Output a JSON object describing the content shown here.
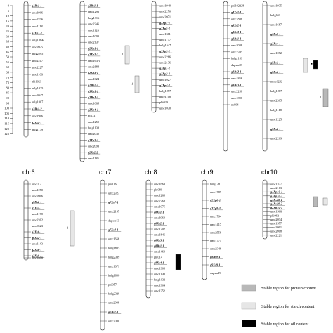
{
  "scale_labels": [
    "0",
    "5",
    "10",
    "15",
    "20",
    "25",
    "30",
    "35",
    "40",
    "45",
    "50",
    "55",
    "60",
    "65",
    "70",
    "75",
    "80",
    "85",
    "90",
    "95",
    "100",
    "105",
    "110",
    "115",
    "120",
    "125"
  ],
  "chromosomes": [
    {
      "id": "chr1",
      "title": "",
      "markers": [
        {
          "t": "g1Bs1-1",
          "b": true
        },
        {
          "t": "umc1906",
          "b": false
        },
        {
          "t": "umc2236",
          "b": false
        },
        {
          "t": "umc1118",
          "b": false
        },
        {
          "t": "g2Xp1-1",
          "b": true
        },
        {
          "t": "bnlg1884a",
          "b": false
        },
        {
          "t": "umc2025",
          "b": false
        },
        {
          "t": "bnlg2295",
          "b": false
        },
        {
          "t": "umc2217",
          "b": false
        },
        {
          "t": "umc2227",
          "b": false
        },
        {
          "t": "umc1166",
          "b": false
        },
        {
          "t": "phi1029",
          "b": false
        },
        {
          "t": "bnlg1025",
          "b": false
        },
        {
          "t": "umc2047",
          "b": false
        },
        {
          "t": "bnlg1007",
          "b": false
        },
        {
          "t": "g2Bs1-2",
          "b": true
        },
        {
          "t": "umc1906",
          "b": false
        },
        {
          "t": "g2Xs1-1",
          "b": true
        },
        {
          "t": "bnlg1179",
          "b": false
        }
      ]
    },
    {
      "id": "chr2",
      "title": "",
      "markers": [
        {
          "t": "g2Bs1-1",
          "b": true
        },
        {
          "t": "umc1296",
          "b": false
        },
        {
          "t": "bnlg1316",
          "b": false
        },
        {
          "t": "umc2246",
          "b": false
        },
        {
          "t": "umc1126",
          "b": false
        },
        {
          "t": "umc1003",
          "b": false
        },
        {
          "t": "umc2137",
          "b": false
        },
        {
          "t": "g2Xp1-1",
          "b": true
        },
        {
          "t": "g2Xp2-2",
          "b": true
        },
        {
          "t": "umc1637a",
          "b": false
        },
        {
          "t": "umc2184",
          "b": false
        },
        {
          "t": "g2Xp3-1",
          "b": true
        },
        {
          "t": "umc1024",
          "b": false
        },
        {
          "t": "g2Bp2-1",
          "b": true
        },
        {
          "t": "g3Xp1-1",
          "b": true
        },
        {
          "t": "g2Bp1-1",
          "b": true
        },
        {
          "t": "umc1065",
          "b": false
        },
        {
          "t": "g2Xp4-1",
          "b": true
        },
        {
          "t": "nc131",
          "b": false
        },
        {
          "t": "umc1259",
          "b": false
        },
        {
          "t": "bnlg1138",
          "b": false
        },
        {
          "t": "umc2032",
          "b": false
        },
        {
          "t": "g2Xp2-1",
          "b": true
        },
        {
          "t": "umc2093",
          "b": false
        },
        {
          "t": "g2Xs2-2",
          "b": true
        },
        {
          "t": "umc1185",
          "b": false
        }
      ]
    },
    {
      "id": "chr3",
      "title": "",
      "markers": [
        {
          "t": "umc1949",
          "b": false
        },
        {
          "t": "umc2270",
          "b": false
        },
        {
          "t": "umc2071",
          "b": false
        },
        {
          "t": "g3Xp1-1",
          "b": true
        },
        {
          "t": "g3Xp5-1",
          "b": true
        },
        {
          "t": "umc1311",
          "b": false
        },
        {
          "t": "umc1737",
          "b": false
        },
        {
          "t": "bnlg1647",
          "b": false
        },
        {
          "t": "g3Xp3-1",
          "b": true
        },
        {
          "t": "umc2266",
          "b": false
        },
        {
          "t": "umc2136",
          "b": false
        },
        {
          "t": "g3Bp1-1",
          "b": true
        },
        {
          "t": "g3Xp2-1",
          "b": true
        },
        {
          "t": "umc1027",
          "b": false
        },
        {
          "t": "g3Xp4-1",
          "b": true
        },
        {
          "t": "bnlg1257",
          "b": false
        },
        {
          "t": "bnlg1108",
          "b": false
        },
        {
          "t": "phi029",
          "b": false
        },
        {
          "t": "umc1030",
          "b": false
        }
      ]
    },
    {
      "id": "chr4",
      "title": "",
      "markers": [
        {
          "t": "phi102228",
          "b": false
        },
        {
          "t": "g4Xs1-1",
          "b": true
        },
        {
          "t": "umc1808",
          "b": false
        },
        {
          "t": "g3Xs2-1",
          "b": true
        },
        {
          "t": "g3Xs3-1",
          "b": true
        },
        {
          "t": "g3Bs1-1",
          "b": true
        },
        {
          "t": "umc2038",
          "b": false
        },
        {
          "t": "umc2335",
          "b": false
        },
        {
          "t": "bnlg1189",
          "b": false
        },
        {
          "t": "dupssr28",
          "b": false
        },
        {
          "t": "g3Bs2-1",
          "b": true
        },
        {
          "t": "umc1856",
          "b": false
        },
        {
          "t": "g3Bs3-1",
          "b": true
        },
        {
          "t": "umc2288",
          "b": false
        },
        {
          "t": "umc1896",
          "b": false
        },
        {
          "t": "nc004",
          "b": false
        }
      ]
    },
    {
      "id": "chr5",
      "title": "",
      "markers": [
        {
          "t": "umc1935",
          "b": false
        },
        {
          "t": "bnlg653",
          "b": false
        },
        {
          "t": "umc1687",
          "b": false
        },
        {
          "t": "g3Xs5-1",
          "b": true
        },
        {
          "t": "g3Xs4-1",
          "b": true
        },
        {
          "t": "umc1072",
          "b": false
        },
        {
          "t": "g5Bs1-1",
          "b": true
        },
        {
          "t": "g5Xs1-1",
          "b": true
        },
        {
          "t": "mmc0282",
          "b": false
        },
        {
          "t": "bnlg1287",
          "b": false
        },
        {
          "t": "umc2305",
          "b": false
        },
        {
          "t": "bnlg1118",
          "b": false
        },
        {
          "t": "umc1225",
          "b": false
        },
        {
          "t": "g5Xs2-1",
          "b": true
        },
        {
          "t": "umc2209",
          "b": false
        }
      ]
    },
    {
      "id": "chr6",
      "title": "chr6",
      "markers": [
        {
          "t": "umc012",
          "b": false
        },
        {
          "t": "umc1250",
          "b": false
        },
        {
          "t": "umc2006",
          "b": false
        },
        {
          "t": "g5Xs2-1",
          "b": true
        },
        {
          "t": "g5Xs1-1",
          "b": true
        },
        {
          "t": "umc1178",
          "b": false
        },
        {
          "t": "umc2312",
          "b": false
        },
        {
          "t": "umc0523",
          "b": false
        },
        {
          "t": "g2Xs6-1",
          "b": true
        },
        {
          "t": "g6Xs2-1",
          "b": true
        },
        {
          "t": "umc1143",
          "b": false
        },
        {
          "t": "g2Xs6-1",
          "b": true
        },
        {
          "t": "g2Xs8-1",
          "b": true
        },
        {
          "t": "umc1018",
          "b": false
        }
      ]
    },
    {
      "id": "chr7",
      "title": "chr7",
      "markers": [
        {
          "t": "phi116",
          "b": false
        },
        {
          "t": "umc2327",
          "b": false
        },
        {
          "t": "g7Xs7-1",
          "b": true
        },
        {
          "t": "umc2197",
          "b": false
        },
        {
          "t": "dupssr13",
          "b": false
        },
        {
          "t": "g7Xs8-1",
          "b": true
        },
        {
          "t": "umc1666",
          "b": false
        },
        {
          "t": "bnlg1805",
          "b": false
        },
        {
          "t": "bnlg2339",
          "b": false
        },
        {
          "t": "umc1671",
          "b": false
        },
        {
          "t": "bnlg1808",
          "b": false
        },
        {
          "t": "phi057",
          "b": false
        },
        {
          "t": "bnlg2328",
          "b": false
        },
        {
          "t": "umc2098",
          "b": false
        },
        {
          "t": "g7Bs7-1",
          "b": true
        },
        {
          "t": "umc2000",
          "b": false
        }
      ]
    },
    {
      "id": "chr8",
      "title": "chr8",
      "markers": [
        {
          "t": "umc1663",
          "b": false
        },
        {
          "t": "phi080",
          "b": false
        },
        {
          "t": "umc1268",
          "b": false
        },
        {
          "t": "umc2268",
          "b": false
        },
        {
          "t": "umc1075",
          "b": false
        },
        {
          "t": "g8Xs1-1",
          "b": true
        },
        {
          "t": "umc1960",
          "b": false
        },
        {
          "t": "g8Xs2-1",
          "b": true
        },
        {
          "t": "umc1202",
          "b": false
        },
        {
          "t": "umc1846",
          "b": false
        },
        {
          "t": "g8Xs3-1",
          "b": true
        },
        {
          "t": "g8Bs1-1",
          "b": true
        },
        {
          "t": "umc1460",
          "b": false
        },
        {
          "t": "phi014",
          "b": false
        },
        {
          "t": "g8Xs4-1",
          "b": true
        },
        {
          "t": "umc1908",
          "b": false
        },
        {
          "t": "umc1130",
          "b": false
        },
        {
          "t": "bnlg1031",
          "b": false
        },
        {
          "t": "umc1304",
          "b": false
        },
        {
          "t": "umc1352",
          "b": false
        }
      ]
    },
    {
      "id": "chr9",
      "title": "chr9",
      "markers": [
        {
          "t": "bnlg128",
          "b": false
        },
        {
          "t": "umc1789",
          "b": false
        },
        {
          "t": "g2Xp8-1",
          "b": true
        },
        {
          "t": "g2Xp9-1",
          "b": true
        },
        {
          "t": "umc1794",
          "b": false
        },
        {
          "t": "umc1417",
          "b": false
        },
        {
          "t": "umc2558",
          "b": false
        },
        {
          "t": "umc1771",
          "b": false
        },
        {
          "t": "umc2346",
          "b": false
        },
        {
          "t": "g8Bs9-1",
          "b": true
        },
        {
          "t": "g9Xs9-1",
          "b": true
        },
        {
          "t": "dupssr19",
          "b": false
        }
      ]
    },
    {
      "id": "chr10",
      "title": "chr10",
      "markers": [
        {
          "t": "umc1337",
          "b": false
        },
        {
          "t": "umc2163",
          "b": false
        },
        {
          "t": "g1Xp10-1",
          "b": true
        },
        {
          "t": "g1Bp10-1",
          "b": true
        },
        {
          "t": "g1Xs10-1",
          "b": true
        },
        {
          "t": "g1Xs10-2",
          "b": true
        },
        {
          "t": "g2Xp10-1",
          "b": true
        },
        {
          "t": "umc1506",
          "b": false
        },
        {
          "t": "phi062",
          "b": false
        },
        {
          "t": "umc2034",
          "b": false
        },
        {
          "t": "umc1577",
          "b": false
        },
        {
          "t": "umc2001",
          "b": false
        },
        {
          "t": "umc2018",
          "b": false
        },
        {
          "t": "umc2221",
          "b": false
        }
      ]
    }
  ],
  "qtl_tags": {
    "starch_1": "j",
    "starch_2": "j",
    "oil_1": "■",
    "protein_1": "j",
    "starch_3": "j"
  },
  "legend": {
    "protein": "Stable region for protein content",
    "starch": "Stable region for starch content",
    "oil": "Stable region for oil content"
  },
  "colors": {
    "protein": "#b8b8b8",
    "starch": "#e6e6e6",
    "oil": "#000000",
    "line": "#222222"
  }
}
